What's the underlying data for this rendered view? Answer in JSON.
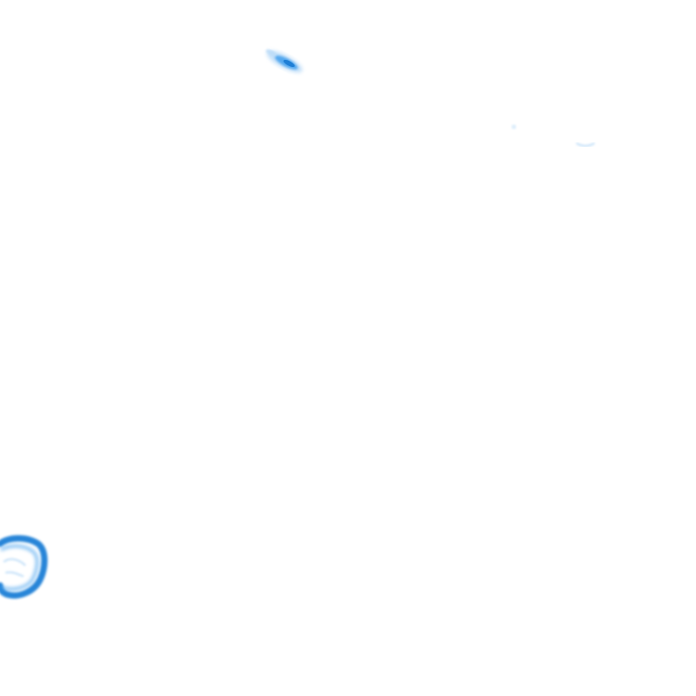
{
  "colors": {
    "background": "#ffffff",
    "blob_dark": "#1f7fd6",
    "blob_mid": "#4aa3ee",
    "blob_light": "#bcdcf8",
    "blob_faint": "#d9ecfb"
  },
  "shapes": [
    {
      "kind": "streak-blob",
      "icon": "streak-blob-shape"
    },
    {
      "kind": "faint-dot",
      "icon": "faint-dot-shape"
    },
    {
      "kind": "faint-arc",
      "icon": "faint-arc-shape"
    },
    {
      "kind": "ring-blob",
      "icon": "ring-blob-shape"
    }
  ]
}
